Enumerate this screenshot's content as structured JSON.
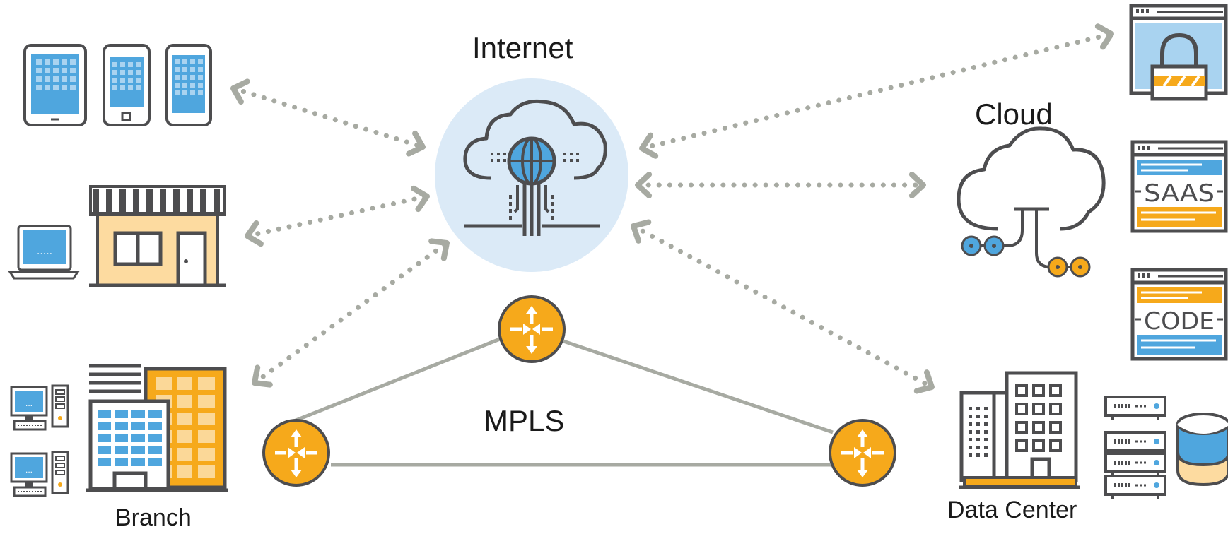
{
  "labels": {
    "internet": "Internet",
    "cloud": "Cloud",
    "mpls": "MPLS",
    "branch": "Branch",
    "data_center": "Data Center"
  },
  "tiles": {
    "saas": "SAAS",
    "code": "CODE"
  },
  "colors": {
    "dark": "#4d4d4f",
    "blue": "#4fa6de",
    "light_blue": "#a9d3f0",
    "orange": "#f6a91b",
    "peach": "#fddba0",
    "internet_circle": "#dbeaf7",
    "link_gray": "#a7aaa2",
    "white": "#ffffff"
  },
  "icons": [
    "tablet-icon",
    "phone-icon",
    "phone-icon",
    "laptop-icon",
    "storefront-icon",
    "internet-cloud-globe-icon",
    "secure-browser-lock-icon",
    "cloud-network-icon",
    "saas-window-icon",
    "code-window-icon",
    "desktop-computer-icon",
    "office-building-icon",
    "router-icon",
    "data-center-building-icon",
    "server-rack-icon",
    "database-icon"
  ]
}
